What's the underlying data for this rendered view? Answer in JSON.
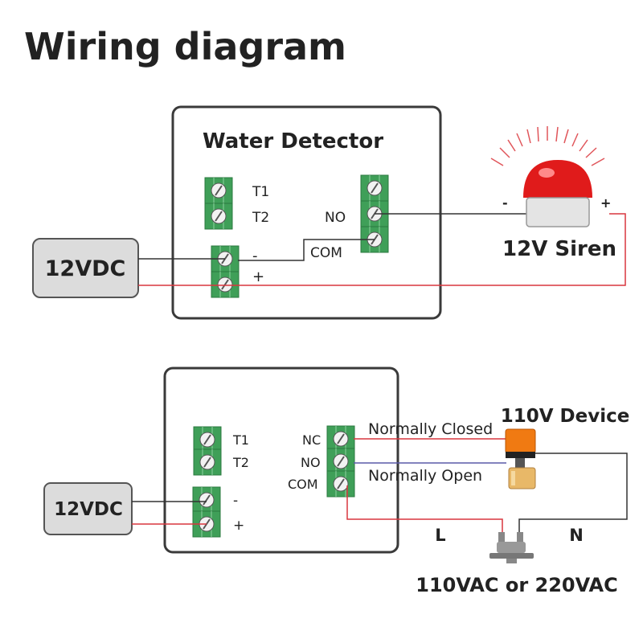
{
  "title": "Wiring diagram",
  "top_panel": {
    "detector_title": "Water Detector",
    "terminals_left": [
      "T1",
      "T2"
    ],
    "terminals_power": [
      "-",
      "+"
    ],
    "relay_labels": [
      "NO",
      "COM"
    ],
    "power_source": "12VDC",
    "siren_label": "12V Siren",
    "siren_minus": "-",
    "siren_plus": "+"
  },
  "bottom_panel": {
    "terminals_left": [
      "T1",
      "T2"
    ],
    "terminals_power": [
      "-",
      "+"
    ],
    "relay_labels": [
      "NC",
      "NO",
      "COM"
    ],
    "power_source": "12VDC",
    "nc_wire_label": "Normally Closed",
    "no_wire_label": "Normally Open",
    "device_label": "110V Device",
    "line_label": "L",
    "neutral_label": "N",
    "mains_label": "110VAC or 220VAC"
  },
  "colors": {
    "terminal_green": "#3f9f58",
    "wire_red": "#d9363e",
    "wire_black": "#333333",
    "wire_blue": "#5a5aa8",
    "siren_red": "#e01b1b",
    "device_orange": "#f07a12",
    "box_gray": "#dcdcdc"
  }
}
